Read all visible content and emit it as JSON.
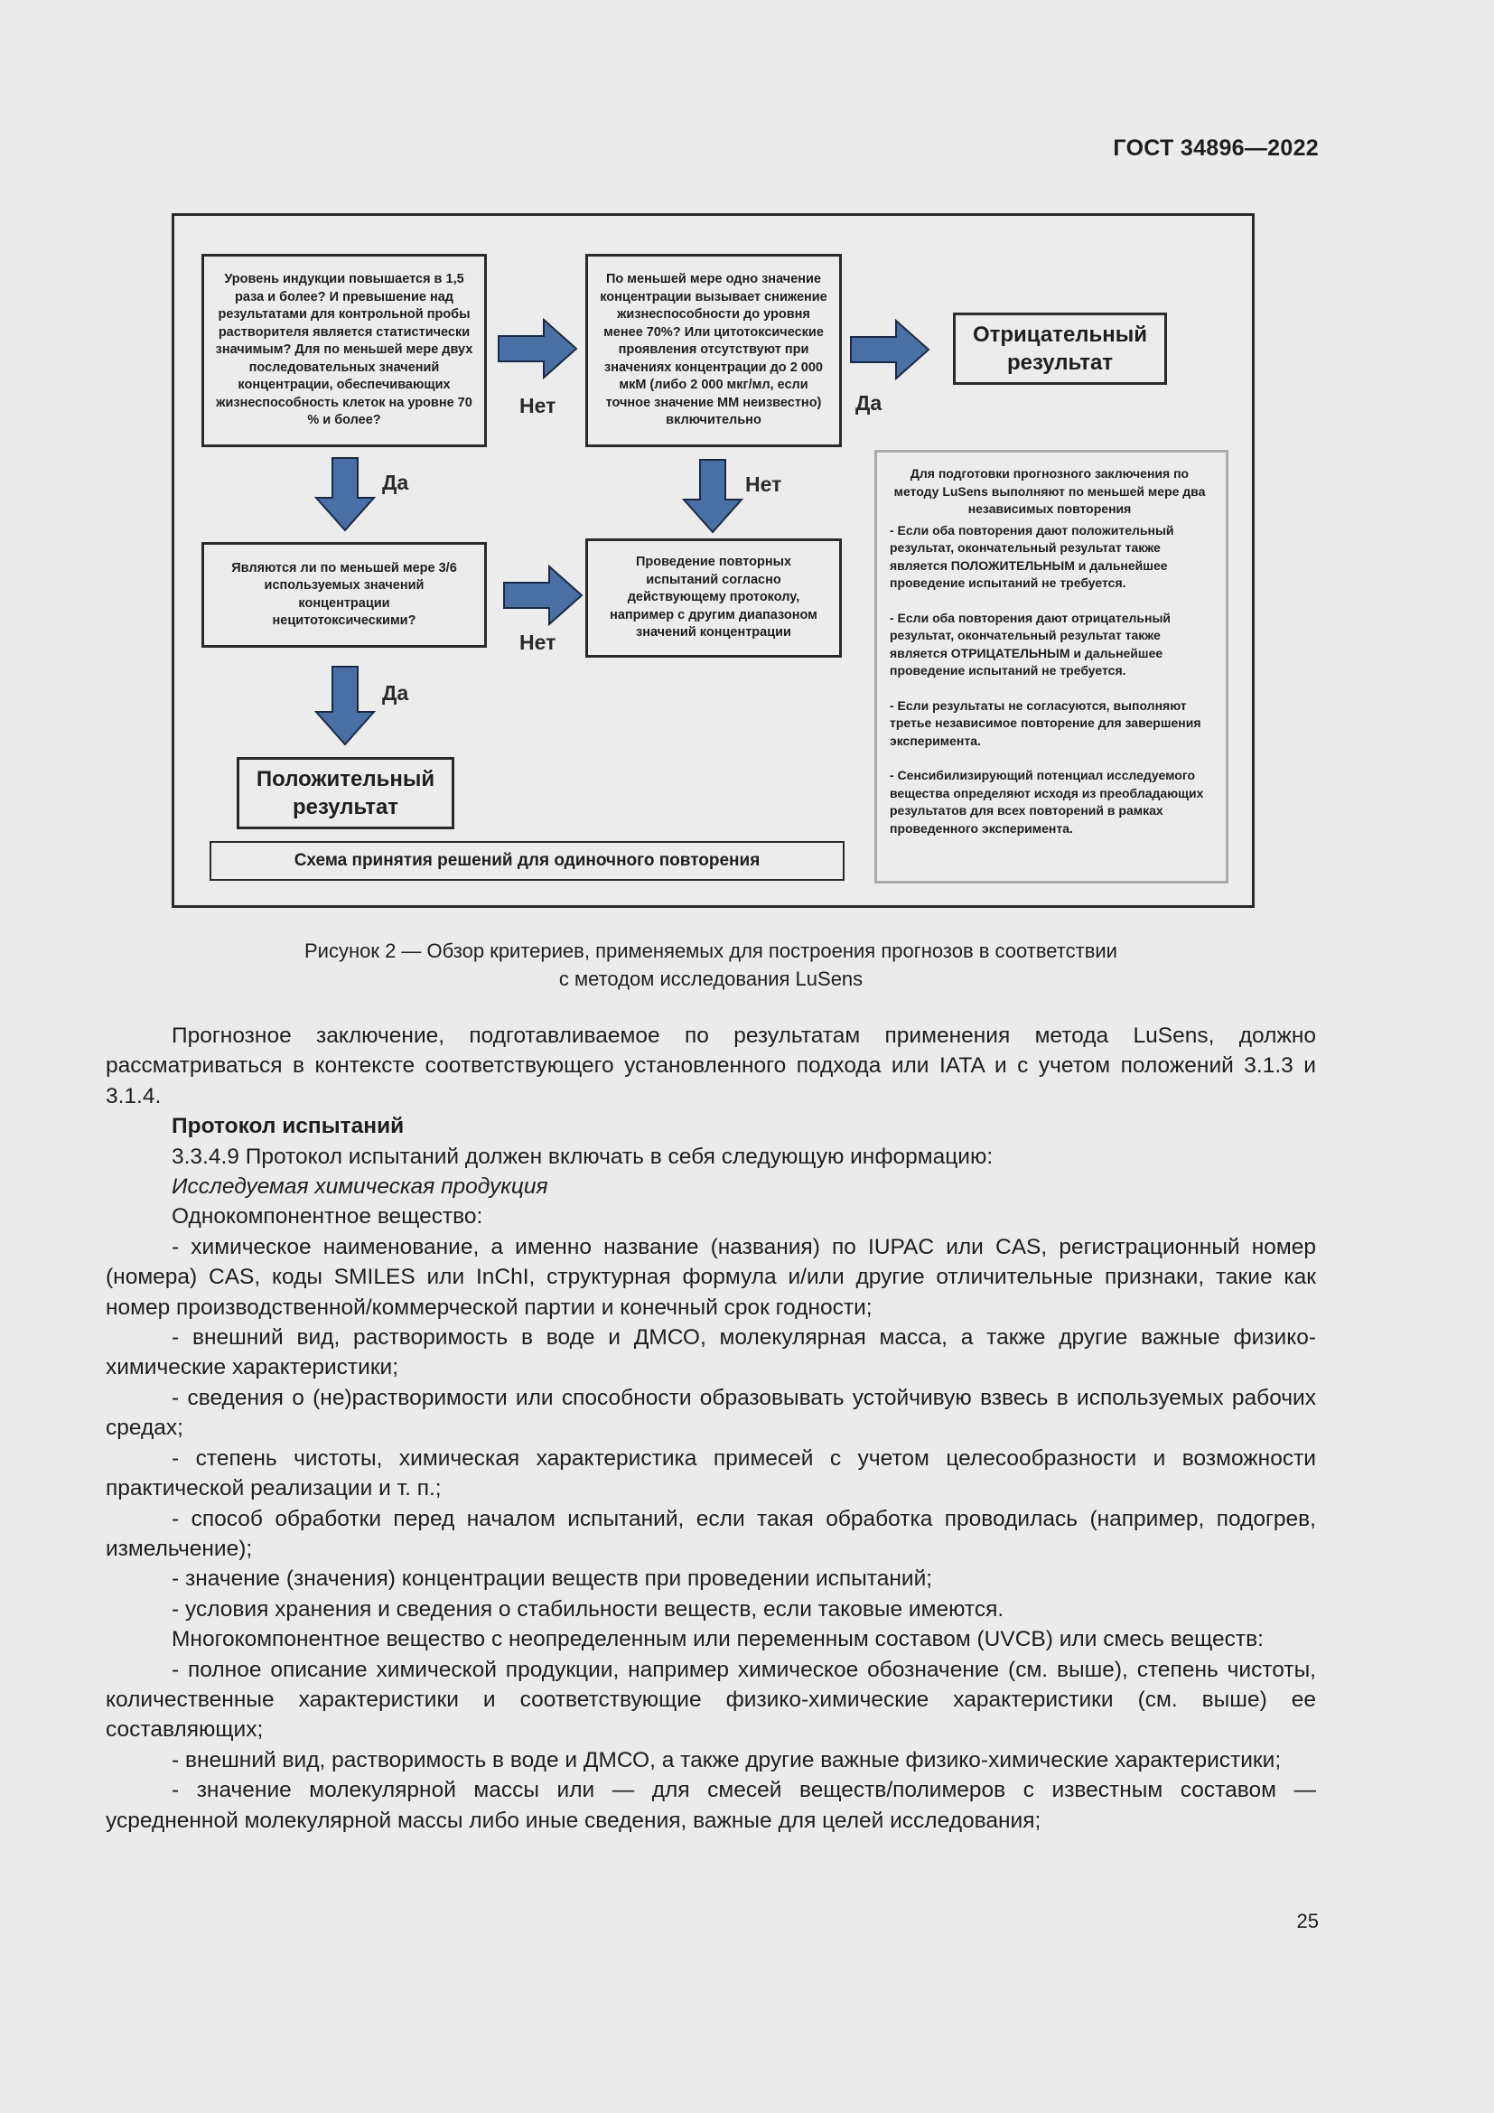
{
  "header": {
    "doc_code": "ГОСТ 34896—2022"
  },
  "figure": {
    "box_induction": "Уровень индукции повышается в 1,5 раза и более? И превышение над результатами для контрольной пробы растворителя является статистически значимым? Для по меньшей мере двух последовательных значений концентрации, обеспечивающих жизнеспособность клеток на уровне 70 % и более?",
    "box_viability": "По меньшей мере одно значение концентрации вызывает снижение жизнеспособности до уровня менее 70%? Или цитотоксические проявления отсутствуют при значениях концентрации до 2 000 мкМ (либо 2 000 мкг/мл, если точное значение ММ неизвестно) включительно",
    "box_negative": "Отрицательный результат",
    "box_noncyto": "Являются ли по меньшей мере 3/6 используемых значений концентрации нецитотоксическими?",
    "box_repeat": "Проведение повторных испытаний согласно действующему протоколу, например с другим диапазоном значений концентрации",
    "box_positive": "Положительный результат",
    "scheme_caption": "Схема принятия решений для одиночного повторения",
    "label_no_1": "Нет",
    "label_yes_1": "Да",
    "label_yes_2": "Да",
    "label_no_2": "Нет",
    "label_no_3": "Нет",
    "label_yes_3": "Да",
    "note": {
      "heading": "Для подготовки прогнозного заключения по методу LuSens выполняют по меньшей мере два независимых повторения",
      "items": [
        "- Если оба повторения дают положительный результат, окончательный результат также является ПОЛОЖИТЕЛЬНЫМ и дальнейшее проведение испытаний не требуется.",
        "- Если оба повторения дают отрицательный результат, окончательный результат также является ОТРИЦАТЕЛЬНЫМ и дальнейшее проведение испытаний не требуется.",
        "- Если результаты не согласуются, выполняют третье независимое повторение для завершения эксперимента.",
        "- Сенсибилизирующий потенциал исследуемого вещества определяют исходя из преобладающих результатов для всех повторений в рамках проведенного эксперимента."
      ]
    },
    "arrow_color": "#4a6fa5",
    "caption_line1": "Рисунок 2 — Обзор критериев, применяемых для построения прогнозов в соответствии",
    "caption_line2": "с методом исследования LuSens"
  },
  "body": {
    "p1": "Прогнозное заключение, подготавливаемое по результатам применения метода LuSens, должно рассматриваться в контексте соответствующего установленного подхода или IATA и с учетом положений 3.1.3 и 3.1.4.",
    "h_protocol": "Протокол испытаний",
    "p2": "3.3.4.9 Протокол испытаний должен включать в себя следующую информацию:",
    "p3": "Исследуемая химическая продукция",
    "p4": "Однокомпонентное вещество:",
    "p5": "- химическое наименование, а именно название (названия) по IUPAC или CAS, регистрационный номер (номера) CAS, коды SMILES или InChI, структурная формула и/или другие отличительные признаки, такие как номер производственной/коммерческой партии и конечный срок годности;",
    "p6": "- внешний вид, растворимость в воде и ДМСО, молекулярная масса, а также другие важные физико-химические характеристики;",
    "p7": "- сведения о (не)растворимости или способности образовывать устойчивую взвесь в используемых рабочих средах;",
    "p8": "- степень чистоты, химическая характеристика примесей с учетом целесообразности и возможности практической реализации и т. п.;",
    "p9": "- способ обработки перед началом испытаний, если такая обработка проводилась (например, подогрев, измельчение);",
    "p10": "- значение (значения) концентрации веществ при проведении испытаний;",
    "p11": "- условия хранения и сведения о стабильности веществ, если таковые имеются.",
    "p12": "Многокомпонентное вещество с неопределенным или переменным составом (UVCB) или смесь веществ:",
    "p13": "- полное описание химической продукции, например химическое обозначение (см. выше), степень чистоты, количественные характеристики и соответствующие физико-химические характеристики (см. выше) ее составляющих;",
    "p14": "- внешний вид, растворимость в воде и ДМСО, а также другие важные физико-химические характеристики;",
    "p15": "- значение молекулярной массы или — для смесей веществ/полимеров с известным составом — усредненной молекулярной массы либо иные сведения, важные для целей исследования;"
  },
  "footer": {
    "page_number": "25"
  }
}
